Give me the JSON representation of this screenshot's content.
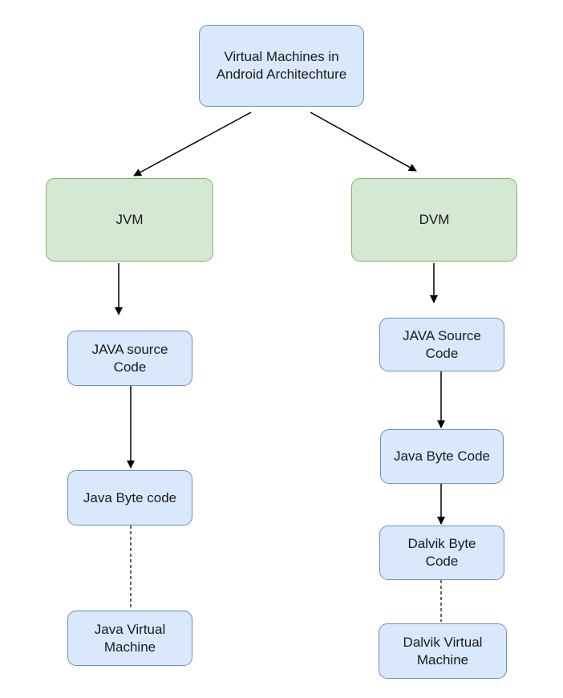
{
  "diagram": {
    "root": "Virtual Machines in\nAndroid Architechture",
    "jvm": {
      "title": "JVM",
      "step1": "JAVA source\nCode",
      "step2": "Java Byte code",
      "step3": "Java Virtual\nMachine"
    },
    "dvm": {
      "title": "DVM",
      "step1": "JAVA Source\nCode",
      "step2": "Java Byte Code",
      "step3": "Dalvik Byte\nCode",
      "step4": "Dalvik Virtual\nMachine"
    }
  }
}
